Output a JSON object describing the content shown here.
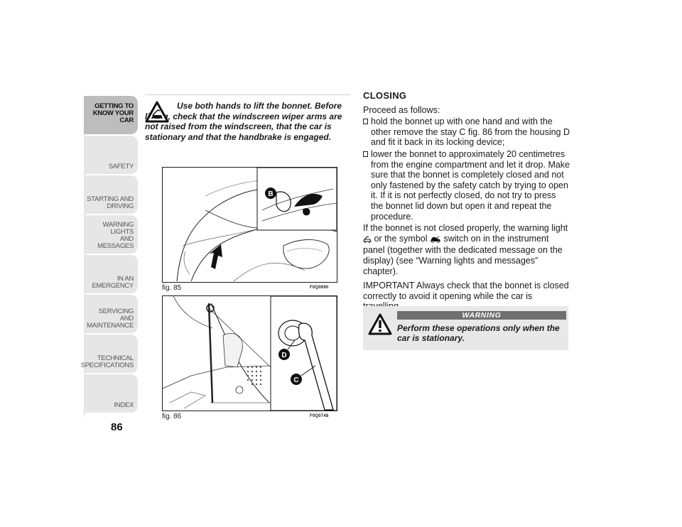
{
  "sidebar": {
    "tabs": [
      {
        "label": "GETTING TO\nKNOW YOUR CAR",
        "active": true
      },
      {
        "label": "SAFETY",
        "active": false
      },
      {
        "label": "STARTING AND\nDRIVING",
        "active": false
      },
      {
        "label": "WARNING LIGHTS\nAND MESSAGES",
        "active": false
      },
      {
        "label": "IN AN EMERGENCY",
        "active": false
      },
      {
        "label": "SERVICING AND\nMAINTENANCE",
        "active": false
      },
      {
        "label": "TECHNICAL\nSPECIFICATIONS",
        "active": false
      },
      {
        "label": "INDEX",
        "active": false
      }
    ],
    "page_number": "86"
  },
  "top_warning": {
    "text": "Use both hands to lift the bonnet. Before lifting, check that the windscreen wiper arms are not raised from the windscreen, that the car is stationary and that the handbrake is engaged."
  },
  "figures": [
    {
      "caption": "fig. 85",
      "code": "F0Q0690",
      "labels": [
        "B"
      ]
    },
    {
      "caption": "fig. 86",
      "code": "F0Q0748",
      "labels": [
        "D",
        "C"
      ]
    }
  ],
  "closing": {
    "heading": "CLOSING",
    "intro": "Proceed as follows:",
    "steps": [
      "hold the bonnet up with one hand and with the other remove the stay C fig. 86 from the housing D and fit it back in its locking device;",
      "lower the bonnet to approximately 20 centimetres from the engine compartment and let it drop. Make sure that the bonnet is completely closed and not only fastened by the safety catch by trying to open it. If it is not perfectly closed, do not try to press the bonnet lid down but open it and repeat the procedure."
    ],
    "para1_before": "If the bonnet is not closed properly, the warning light",
    "para1_mid": "or the symbol",
    "para1_after": "switch on in the instrument panel (together with the dedicated message on the display) (see “Warning lights and messages” chapter).",
    "important": "IMPORTANT Always check that the bonnet is closed correctly to avoid it opening while the car is travelling."
  },
  "warning_box": {
    "title": "WARNING",
    "text": "Perform these operations only when the car is stationary."
  },
  "icons": [
    "warning-triangle-icon",
    "bonnet-open-icon",
    "car-symbol-icon"
  ],
  "colors": {
    "tab_active": "#bdbdbd",
    "tab": "#e6e6e6",
    "warning_bar": "#6f6f6f",
    "warning_bg": "#e8e8e8"
  }
}
